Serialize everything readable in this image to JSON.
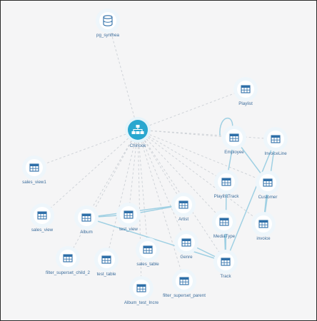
{
  "graph": {
    "hub": {
      "id": "chinook",
      "label": "Chinook",
      "icon": "sitemap-icon"
    },
    "nodes": [
      {
        "id": "pg_synthea",
        "label": "pg_synthea",
        "icon": "database-icon"
      },
      {
        "id": "playlist",
        "label": "Playlist",
        "icon": "table-icon"
      },
      {
        "id": "employee",
        "label": "Employee",
        "icon": "table-icon"
      },
      {
        "id": "invoiceline",
        "label": "InvoiceLine",
        "icon": "table-icon"
      },
      {
        "id": "playlisttrack",
        "label": "PlaylistTrack",
        "icon": "table-icon"
      },
      {
        "id": "customer",
        "label": "Customer",
        "icon": "table-icon"
      },
      {
        "id": "sales_view1",
        "label": "sales_view1",
        "icon": "table-icon"
      },
      {
        "id": "sales_view",
        "label": "sales_view",
        "icon": "table-icon"
      },
      {
        "id": "album",
        "label": "Album",
        "icon": "table-icon"
      },
      {
        "id": "test_view",
        "label": "test_view",
        "icon": "table-icon"
      },
      {
        "id": "artist",
        "label": "Artist",
        "icon": "table-icon"
      },
      {
        "id": "mediatype",
        "label": "MediaType",
        "icon": "table-icon"
      },
      {
        "id": "invoice",
        "label": "invoice",
        "icon": "table-icon"
      },
      {
        "id": "genre",
        "label": "Genre",
        "icon": "table-icon"
      },
      {
        "id": "sales_table",
        "label": "sales_table",
        "icon": "table-icon"
      },
      {
        "id": "track",
        "label": "Track",
        "icon": "table-icon"
      },
      {
        "id": "filter_superset_child_2",
        "label": "filter_superset_child_2",
        "icon": "table-icon"
      },
      {
        "id": "test_table",
        "label": "test_table",
        "icon": "table-icon"
      },
      {
        "id": "filter_superset_parent",
        "label": "filter_superset_parent",
        "icon": "table-icon"
      },
      {
        "id": "album_test_incre",
        "label": "Album_test_Incre",
        "icon": "table-icon"
      }
    ],
    "relations": [
      [
        "employee",
        "employee"
      ],
      [
        "employee",
        "customer"
      ],
      [
        "employee",
        "playlisttrack"
      ],
      [
        "invoiceline",
        "track"
      ],
      [
        "invoiceline",
        "invoice"
      ],
      [
        "customer",
        "invoice"
      ],
      [
        "playlisttrack",
        "track"
      ],
      [
        "mediatype",
        "track"
      ],
      [
        "album",
        "test_view"
      ],
      [
        "album",
        "track"
      ],
      [
        "test_view",
        "artist"
      ],
      [
        "genre",
        "track"
      ],
      [
        "album",
        "artist"
      ]
    ],
    "colors": {
      "hub": "#2aa7cf",
      "label": "#3c6d9c",
      "icon": "#2f6fa8",
      "relation": "#9fd0e3",
      "link": "#cfd3d8"
    }
  }
}
